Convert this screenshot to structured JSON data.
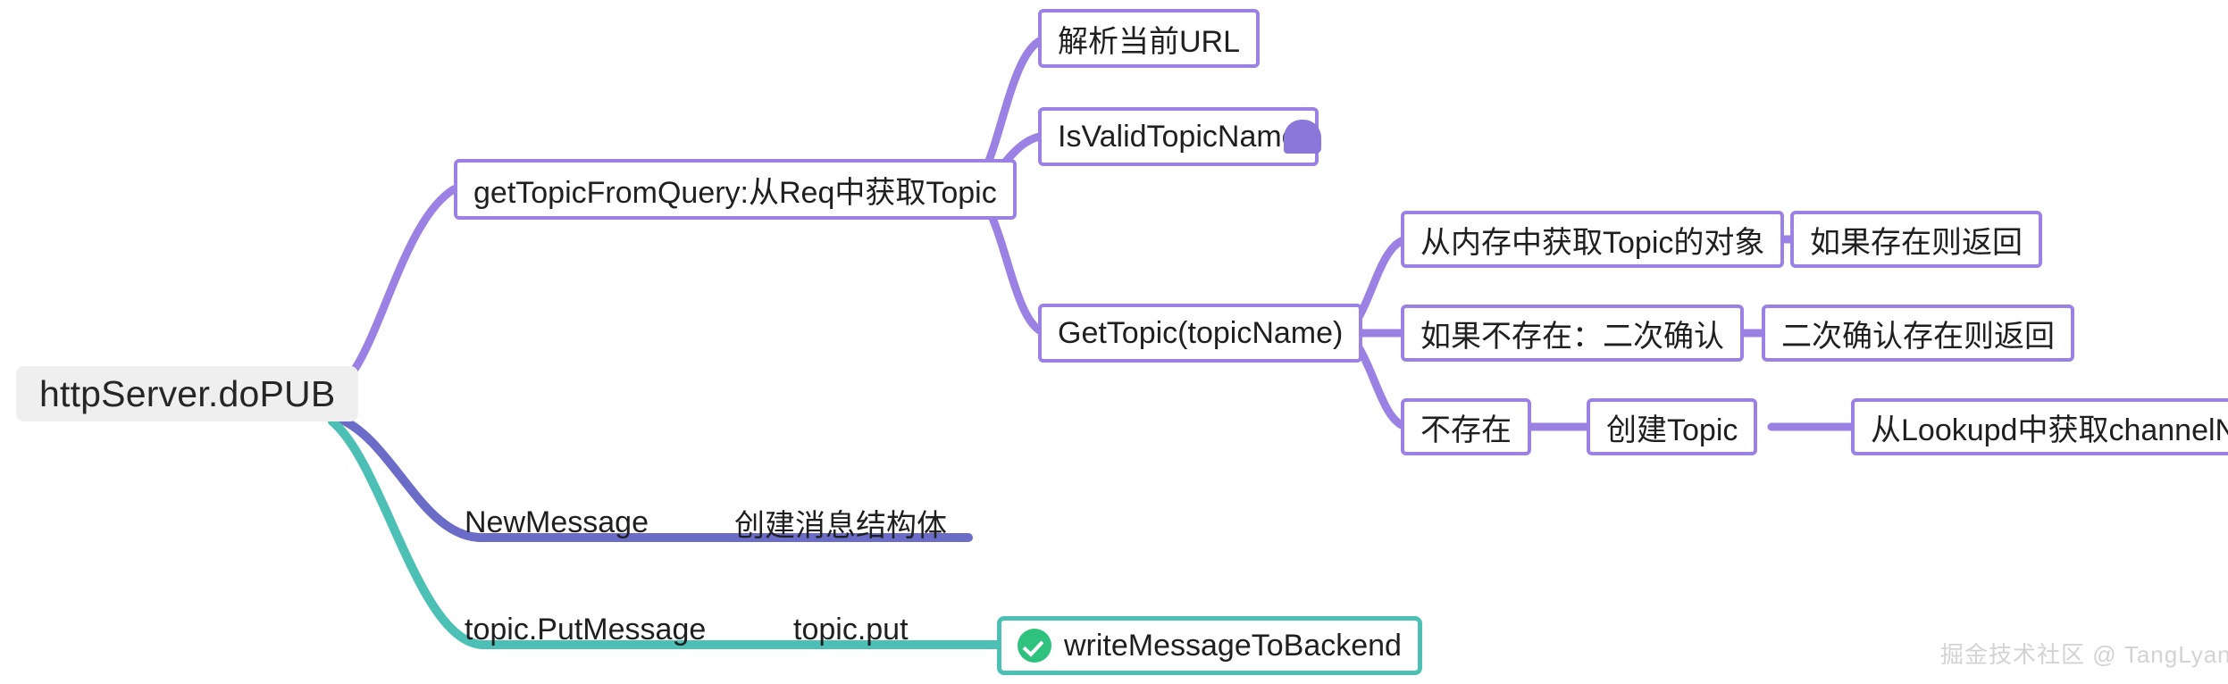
{
  "diagram": {
    "type": "mindmap",
    "title": "httpServer.doPUB",
    "watermark": "掘金技术社区 @ TangLyan",
    "colors": {
      "purple_branch": "#9b81e3",
      "blue_branch": "#6a6cc8",
      "teal_branch": "#4cc0b5",
      "root_background": "#efefef",
      "check_badge": "#2ec27e",
      "dome_badge": "#8b77d9",
      "text": "#1f1f1f",
      "watermark": "#d3d3d3"
    },
    "root": {
      "label": "httpServer.doPUB"
    },
    "branches": [
      {
        "id": "get-topic-from-query",
        "label": "getTopicFromQuery:从Req中获取Topic",
        "style": "box-purple",
        "children": [
          {
            "id": "parse-url",
            "label": "解析当前URL",
            "style": "box-purple",
            "children": []
          },
          {
            "id": "is-valid-topic-name",
            "label": "IsValidTopicName",
            "style": "box-purple",
            "badge": "dome-icon",
            "children": []
          },
          {
            "id": "get-topic",
            "label": "GetTopic(topicName)",
            "style": "box-purple",
            "children": [
              {
                "id": "get-topic-from-memory",
                "label": "从内存中获取Topic的对象",
                "style": "box-purple",
                "children": [
                  {
                    "id": "return-if-exists",
                    "label": "如果存在则返回",
                    "style": "box-purple",
                    "children": []
                  }
                ]
              },
              {
                "id": "if-not-exists-double-check",
                "label": "如果不存在：二次确认",
                "style": "box-purple",
                "children": [
                  {
                    "id": "return-if-double-check-exists",
                    "label": "二次确认存在则返回",
                    "style": "box-purple",
                    "children": []
                  }
                ]
              },
              {
                "id": "not-exists",
                "label": "不存在",
                "style": "box-purple",
                "children": [
                  {
                    "id": "create-topic",
                    "label": "创建Topic",
                    "style": "box-purple",
                    "children": [
                      {
                        "id": "get-channel-name-from-lookupd",
                        "label": "从Lookupd中获取channelName",
                        "style": "box-purple",
                        "children": []
                      }
                    ]
                  }
                ]
              }
            ]
          }
        ]
      },
      {
        "id": "new-message",
        "label": "NewMessage",
        "style": "plain-underline-blue",
        "children": [
          {
            "id": "create-message-struct",
            "label": "创建消息结构体",
            "style": "plain-underline-blue",
            "children": []
          }
        ]
      },
      {
        "id": "topic-put-message",
        "label": "topic.PutMessage",
        "style": "plain-underline-teal",
        "children": [
          {
            "id": "topic-put",
            "label": "topic.put",
            "style": "plain-underline-teal",
            "children": [
              {
                "id": "write-message-to-backend",
                "label": "writeMessageToBackend",
                "style": "box-teal",
                "badge": "check-icon",
                "children": []
              }
            ]
          }
        ]
      }
    ]
  }
}
